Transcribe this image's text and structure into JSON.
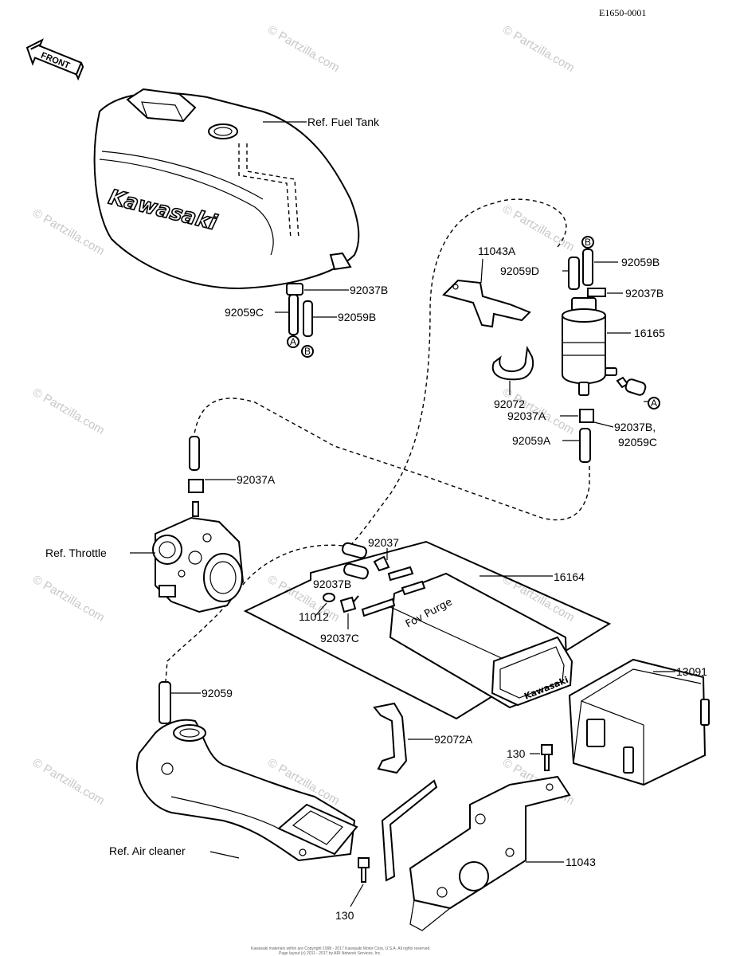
{
  "diagram_code": "E1650-0001",
  "front_arrow": "FRONT",
  "watermark": "© Partzilla.com",
  "brand": {
    "tank_logo": "Kawasaki",
    "canister_logo": "Kawasaki",
    "canister_text": "Fov Purge"
  },
  "labels": {
    "ref_fuel_tank": "Ref. Fuel Tank",
    "p92037B_tank": "92037B",
    "p92059C_tank": "92059C",
    "p92059B_tank": "92059B",
    "conn_A_tank": "A",
    "conn_B_tank": "B",
    "p11043A": "11043A",
    "p92059D": "92059D",
    "conn_B_filter": "B",
    "p92059B_filter": "92059B",
    "p92037B_filter": "92037B",
    "p16165": "16165",
    "p92072": "92072",
    "conn_A_filter": "A",
    "p92037A_filter": "92037A",
    "p92037B_92059C_line1": "92037B,",
    "p92037B_92059C_line2": "92059C",
    "p92059A": "92059A",
    "p92037A_throttle": "92037A",
    "ref_throttle": "Ref. Throttle",
    "p92037": "92037",
    "p16164": "16164",
    "p92037B_canister": "92037B",
    "p11012": "11012",
    "p92037C": "92037C",
    "p92059": "92059",
    "p13091": "13091",
    "p92072A": "92072A",
    "p130_top": "130",
    "ref_air_cleaner": "Ref. Air cleaner",
    "p11043": "11043",
    "p130_bottom": "130"
  },
  "footer": {
    "line1": "Kawasaki materials within are Copyright 1998 - 2017 Kawasaki Motor Corp, U.S.A. All rights reserved.",
    "line2": "Page layout (c) 2011 - 2017 by ARI Network Services, Inc."
  }
}
